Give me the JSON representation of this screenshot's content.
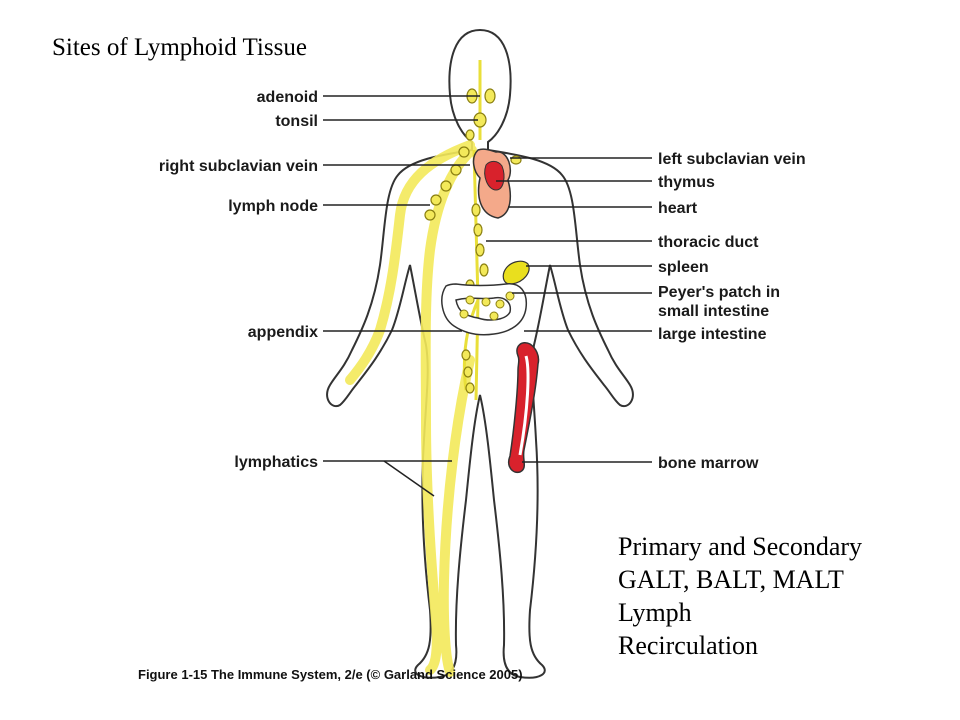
{
  "title": "Sites of Lymphoid Tissue",
  "labels_left": [
    "adenoid",
    "tonsil",
    "right subclavian vein",
    "lymph node",
    "appendix",
    "lymphatics"
  ],
  "labels_right": [
    "left subclavian vein",
    "thymus",
    "heart",
    "thoracic duct",
    "spleen",
    "Peyer's patch in",
    "small intestine",
    "large intestine",
    "bone marrow"
  ],
  "bullets": [
    "Primary and Secondary",
    "GALT, BALT, MALT",
    "Lymph",
    "Recirculation"
  ],
  "caption": "Figure 1-15  The Immune System, 2/e (© Garland Science 2005)",
  "colors": {
    "lymph": "#f3e95a",
    "node": "#e9df3a",
    "outline": "#333333",
    "thymus_heart": "#f4a98a",
    "marrow": "#d8222c",
    "spleen": "#e9df1e"
  }
}
